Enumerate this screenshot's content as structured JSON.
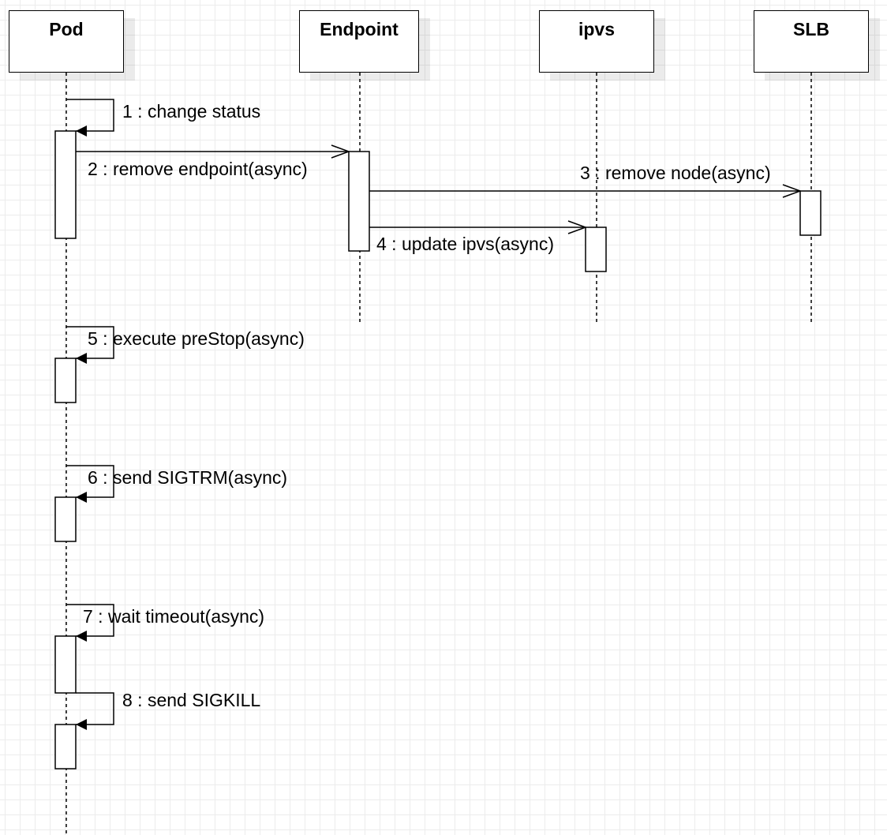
{
  "participants": [
    {
      "id": "pod",
      "label": "Pod"
    },
    {
      "id": "endpoint",
      "label": "Endpoint"
    },
    {
      "id": "ipvs",
      "label": "ipvs"
    },
    {
      "id": "slb",
      "label": "SLB"
    }
  ],
  "messages": [
    {
      "id": "m1",
      "label": "1 : change status",
      "from": "Pod",
      "to": "Pod",
      "type": "self-sync"
    },
    {
      "id": "m2",
      "label": "2 : remove endpoint(async)",
      "from": "Pod",
      "to": "Endpoint",
      "type": "async"
    },
    {
      "id": "m3",
      "label": "3 : remove node(async)",
      "from": "Endpoint",
      "to": "SLB",
      "type": "async"
    },
    {
      "id": "m4",
      "label": "4 : update ipvs(async)",
      "from": "Endpoint",
      "to": "ipvs",
      "type": "async"
    },
    {
      "id": "m5",
      "label": "5 : execute preStop(async)",
      "from": "Pod",
      "to": "Pod",
      "type": "self-sync"
    },
    {
      "id": "m6",
      "label": "6 : send SIGTRM(async)",
      "from": "Pod",
      "to": "Pod",
      "type": "self-sync"
    },
    {
      "id": "m7",
      "label": "7 : wait timeout(async)",
      "from": "Pod",
      "to": "Pod",
      "type": "self-sync"
    },
    {
      "id": "m8",
      "label": "8 : send SIGKILL",
      "from": "Pod",
      "to": "Pod",
      "type": "self-sync"
    }
  ]
}
